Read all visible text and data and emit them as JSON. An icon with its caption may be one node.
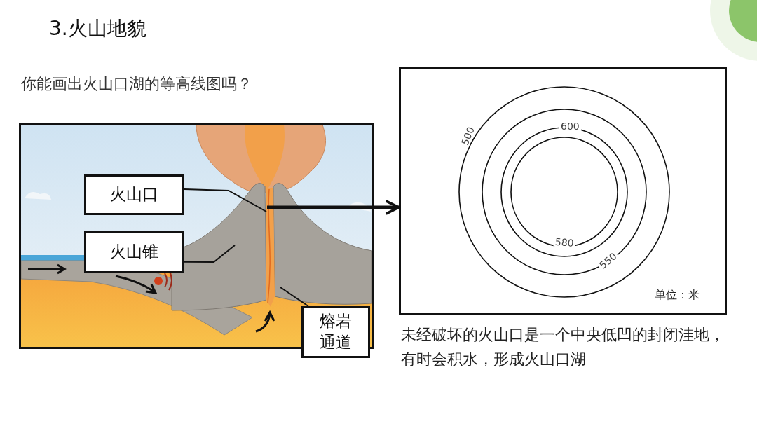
{
  "diagram": {
    "title": "3.火山地貌",
    "nodes": [
      {
        "text": [],
        "shape": "picture"
      },
      {
        "text": [
          "火山口"
        ],
        "in": 0
      },
      {
        "text": [
          "火山锥"
        ],
        "in": 0
      },
      {
        "text": [
          "熔岩通道"
        ]
      },
      {
        "text": [
          "500",
          "600",
          "580",
          "550",
          "单位：米"
        ]
      }
    ],
    "edges": [
      {
        "from": 1,
        "to": null,
        "arrow": "none"
      },
      {
        "from": 2,
        "to": null,
        "arrow": "none"
      },
      {
        "from": 3,
        "to": null,
        "arrow": "none"
      },
      {
        "from": null,
        "to": 4,
        "arrow": "to",
        "style": "thick"
      }
    ],
    "labels": [
      "你能画出火山口湖的等高线图吗？",
      "未经破坏的火山口是一个中央低凹的封闭洼地，有时会积水，形成火山口湖"
    ]
  }
}
